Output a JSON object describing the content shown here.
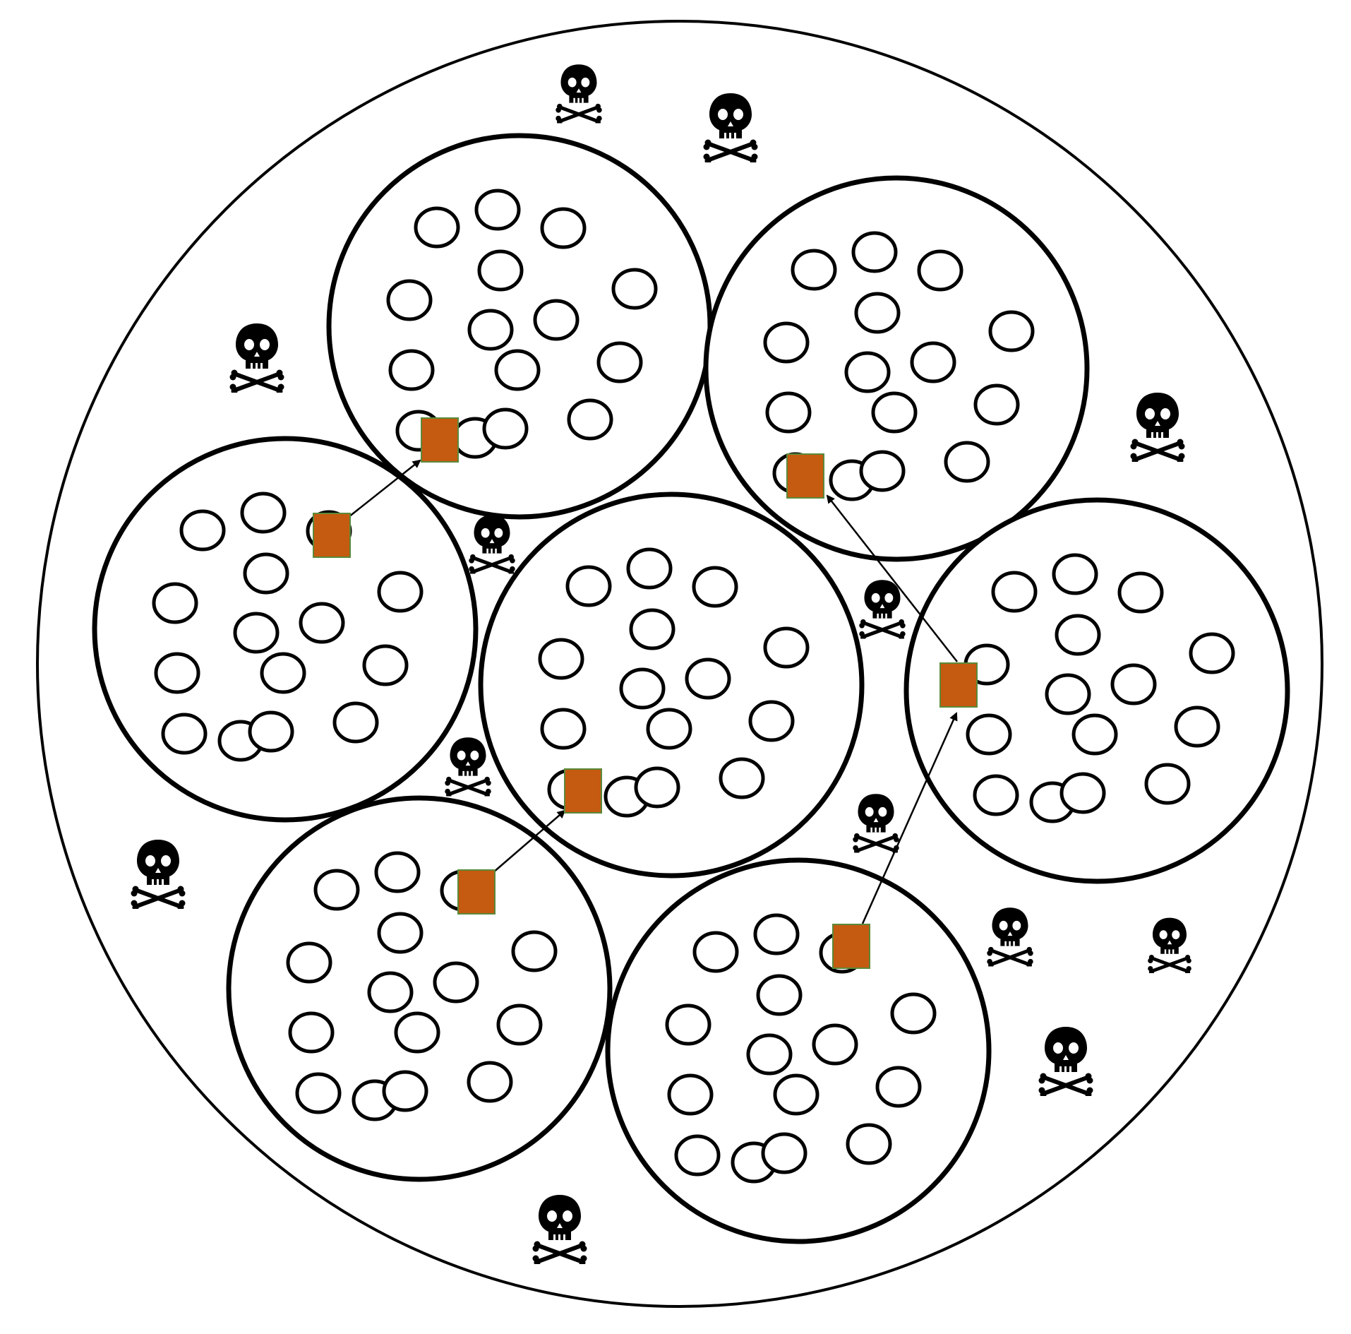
{
  "diagram": {
    "colors": {
      "stroke": "#000000",
      "background": "#ffffff",
      "square_fill": "#c55a11",
      "square_border": "#5a8a3a",
      "skull": "#000000"
    },
    "icons": {
      "hazard": "skull-and-crossbones-icon",
      "transfer": "arrow-icon"
    },
    "counts": {
      "clusters": 7,
      "skulls": 14,
      "transfers": 4,
      "small_circles_per_cluster": 15,
      "squares": 7
    }
  }
}
